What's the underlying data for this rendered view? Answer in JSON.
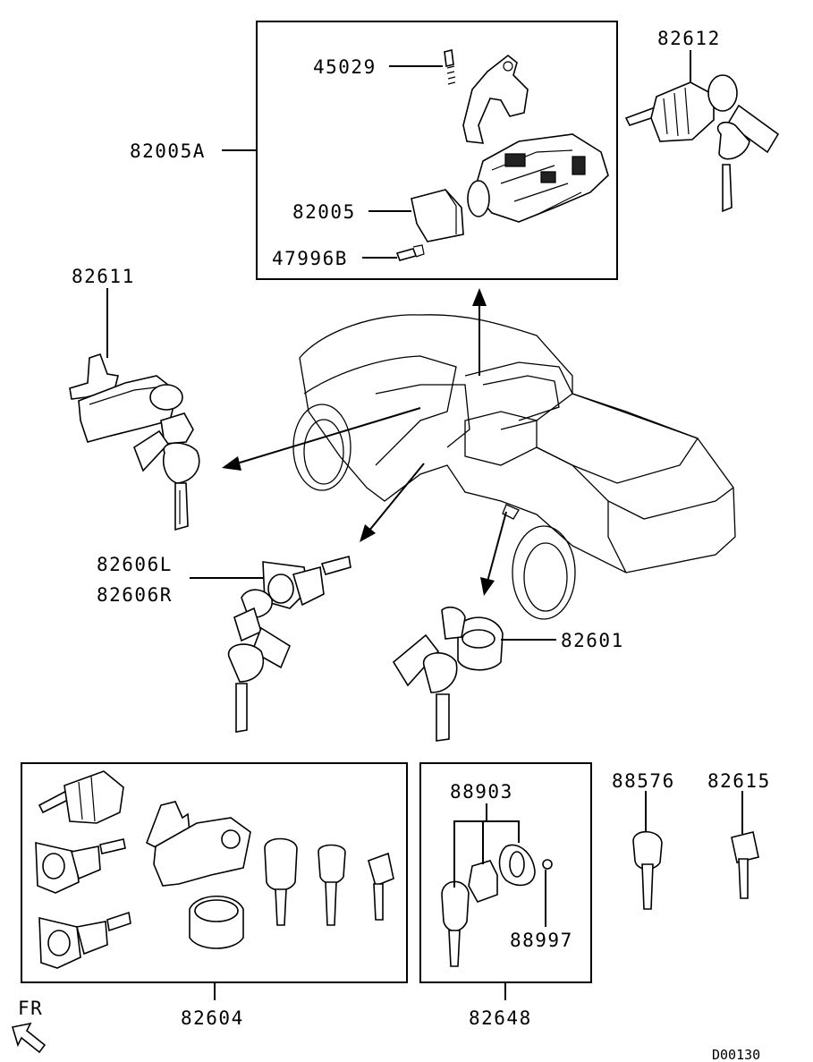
{
  "diagram": {
    "drawing_code": "D00130",
    "orientation_label": "FR",
    "parts": {
      "p45029": "45029",
      "p82005A": "82005A",
      "p82005": "82005",
      "p47996B": "47996B",
      "p82612": "82612",
      "p82611": "82611",
      "p82606L": "82606L",
      "p82606R": "82606R",
      "p82601": "82601",
      "p82604": "82604",
      "p82648": "82648",
      "p88903": "88903",
      "p88997": "88997",
      "p88576": "88576",
      "p82615": "82615"
    }
  }
}
